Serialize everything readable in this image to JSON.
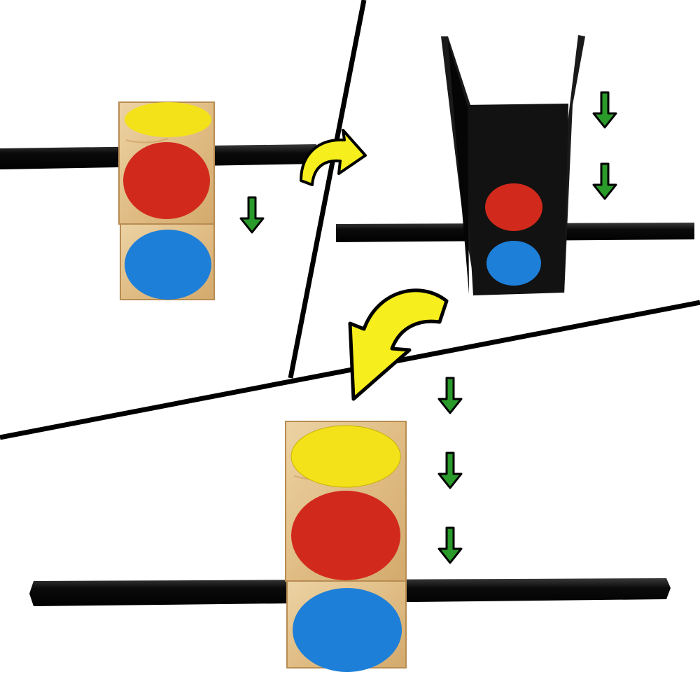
{
  "colors": {
    "background": "#ffffff",
    "divider": "#000000",
    "rod": "#0b0b0b",
    "wood": "#e2c08a",
    "wood_grain": "#c99a5b",
    "dot_yellow": "#f3e21a",
    "dot_red": "#d12a1c",
    "dot_blue": "#1e7fd8",
    "cover": "#121212",
    "arrow_green": "#2a9a2a",
    "arrow_yellow": "#f7ee1e",
    "arrow_outline": "#000000"
  },
  "panels": [
    {
      "name": "panel-step-1",
      "content": [
        "rod",
        "stacked-wooden-blocks",
        "down-arrow"
      ]
    },
    {
      "name": "panel-step-2",
      "content": [
        "rod",
        "black-cover",
        "down-arrows"
      ]
    },
    {
      "name": "panel-step-3",
      "content": [
        "rod",
        "stacked-wooden-blocks",
        "down-arrows"
      ]
    }
  ],
  "icons": {
    "down_arrow": "green-down-arrow-icon",
    "curved_arrow": "yellow-curved-arrow-icon"
  }
}
